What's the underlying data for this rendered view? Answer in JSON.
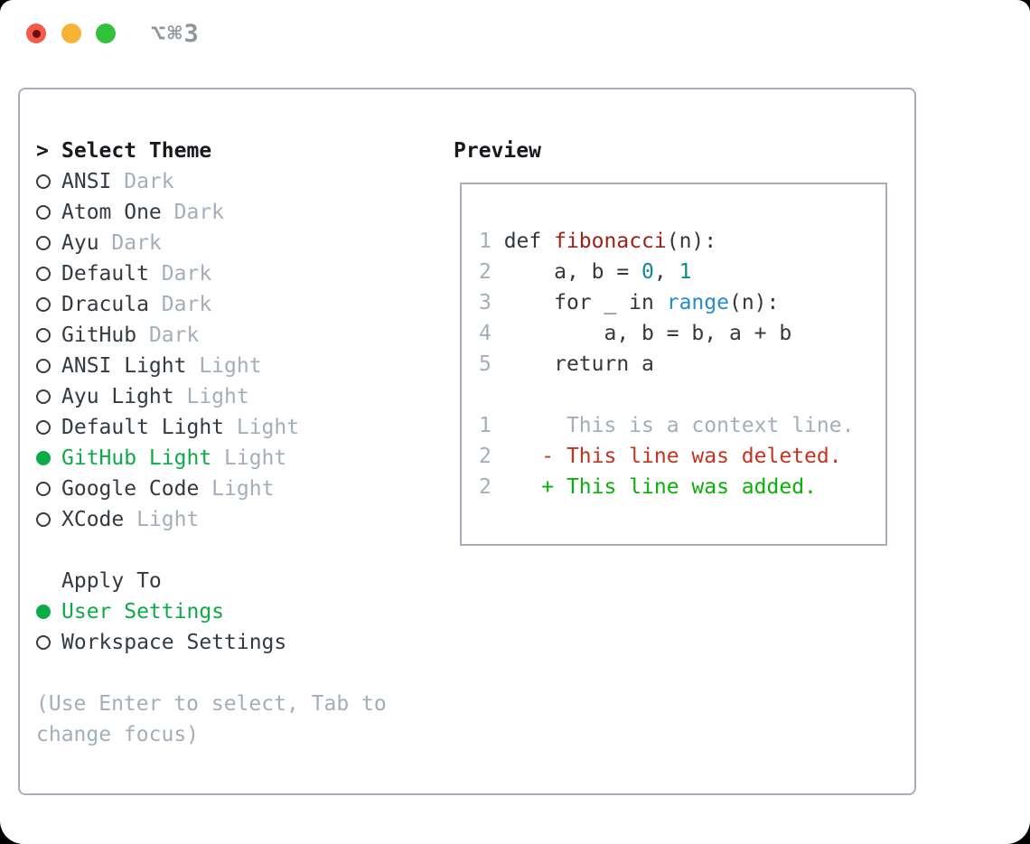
{
  "titlebar": {
    "title": "⌥⌘3",
    "buttons": [
      {
        "name": "close",
        "color": "#f25a49"
      },
      {
        "name": "minimize",
        "color": "#f5b433"
      },
      {
        "name": "zoom",
        "color": "#32c13d"
      }
    ]
  },
  "colors": {
    "panel_border": "#a8afbb",
    "muted": "#a4aeb8",
    "dark_text": "#343a41",
    "heading_text": "#17191d",
    "selection_green": "#0cab47",
    "added_green": "#0ab00a",
    "deleted_red": "#c5331f",
    "function_red": "#a02118",
    "number_teal": "#118a8d",
    "support_blue": "#268bcd"
  },
  "theme_panel": {
    "heading_marker": ">",
    "heading": "Select Theme",
    "themes": [
      {
        "name": "ANSI",
        "variant": "Dark",
        "selected": false
      },
      {
        "name": "Atom One",
        "variant": "Dark",
        "selected": false
      },
      {
        "name": "Ayu",
        "variant": "Dark",
        "selected": false
      },
      {
        "name": "Default",
        "variant": "Dark",
        "selected": false
      },
      {
        "name": "Dracula",
        "variant": "Dark",
        "selected": false
      },
      {
        "name": "GitHub",
        "variant": "Dark",
        "selected": false
      },
      {
        "name": "ANSI Light",
        "variant": "Light",
        "selected": false
      },
      {
        "name": "Ayu Light",
        "variant": "Light",
        "selected": false
      },
      {
        "name": "Default Light",
        "variant": "Light",
        "selected": false
      },
      {
        "name": "GitHub Light",
        "variant": "Light",
        "selected": true
      },
      {
        "name": "Google Code",
        "variant": "Light",
        "selected": false
      },
      {
        "name": "XCode",
        "variant": "Light",
        "selected": false
      }
    ],
    "apply_to": {
      "heading": "Apply To",
      "options": [
        {
          "name": "User Settings",
          "selected": true
        },
        {
          "name": "Workspace Settings",
          "selected": false
        }
      ]
    },
    "hint_lines": [
      "(Use Enter to select, Tab to",
      "change focus)"
    ]
  },
  "preview": {
    "heading": "Preview",
    "code_lines": [
      {
        "num": "1",
        "segments": [
          {
            "t": " def ",
            "c": "code"
          },
          {
            "t": "fibonacci",
            "c": "func"
          },
          {
            "t": "(n):",
            "c": "code"
          }
        ]
      },
      {
        "num": "2",
        "segments": [
          {
            "t": "     a, b = ",
            "c": "code"
          },
          {
            "t": "0",
            "c": "number"
          },
          {
            "t": ", ",
            "c": "code"
          },
          {
            "t": "1",
            "c": "number"
          }
        ]
      },
      {
        "num": "3",
        "segments": [
          {
            "t": "     for _ in ",
            "c": "code"
          },
          {
            "t": "range",
            "c": "support"
          },
          {
            "t": "(n):",
            "c": "code"
          }
        ]
      },
      {
        "num": "4",
        "segments": [
          {
            "t": "         a, b = b, a + b",
            "c": "code"
          }
        ]
      },
      {
        "num": "5",
        "segments": [
          {
            "t": "     return a",
            "c": "code"
          }
        ]
      },
      {
        "num": "",
        "segments": []
      },
      {
        "num": "1",
        "segments": [
          {
            "t": "      This is a context line.",
            "c": "context"
          }
        ]
      },
      {
        "num": "2",
        "segments": [
          {
            "t": "    - This line was deleted.",
            "c": "deleted"
          }
        ]
      },
      {
        "num": "2",
        "segments": [
          {
            "t": "    + This line was added.",
            "c": "added"
          }
        ]
      }
    ]
  }
}
